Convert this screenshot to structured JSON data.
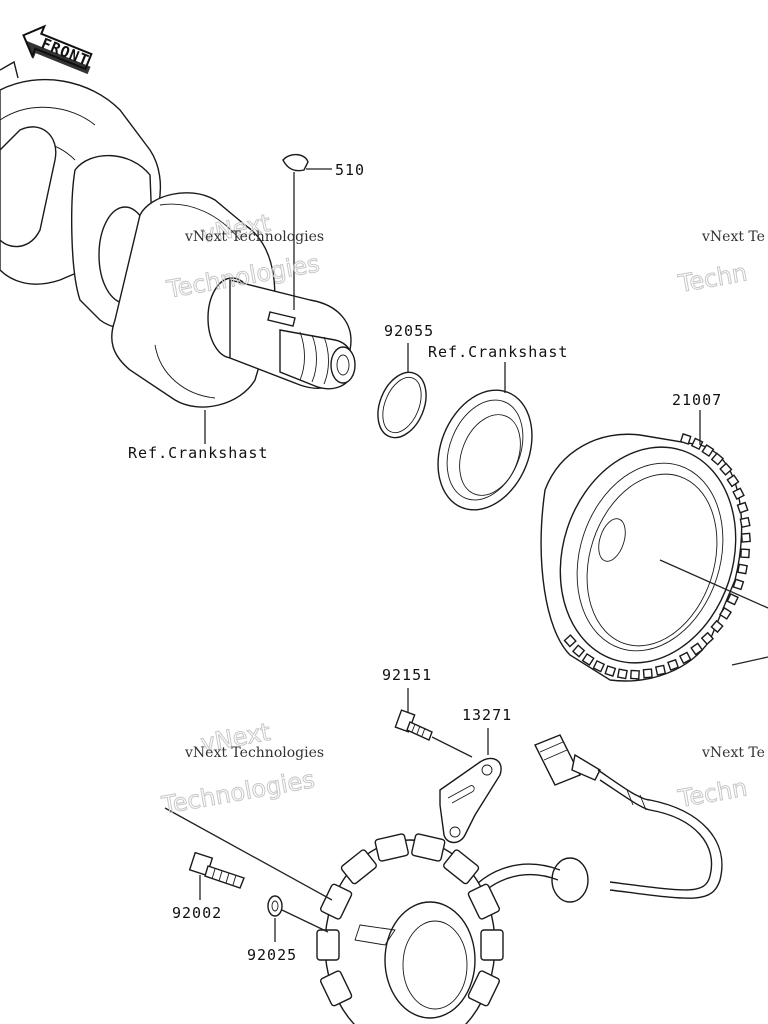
{
  "front_arrow_label": "FRONT",
  "labels": {
    "p510": "510",
    "p92055": "92055",
    "ref_crankshaft_top": "Ref.Crankshast",
    "ref_crankshaft_bottom": "Ref.Crankshast",
    "p21007": "21007",
    "p92151": "92151",
    "p13271": "13271",
    "p92002": "92002",
    "p92025": "92025"
  },
  "watermark": {
    "line1": "vNext Technologies",
    "line2": "vNext",
    "line3": "Technologies",
    "right_line1": "vNext Te",
    "right_line2": "Techn"
  }
}
